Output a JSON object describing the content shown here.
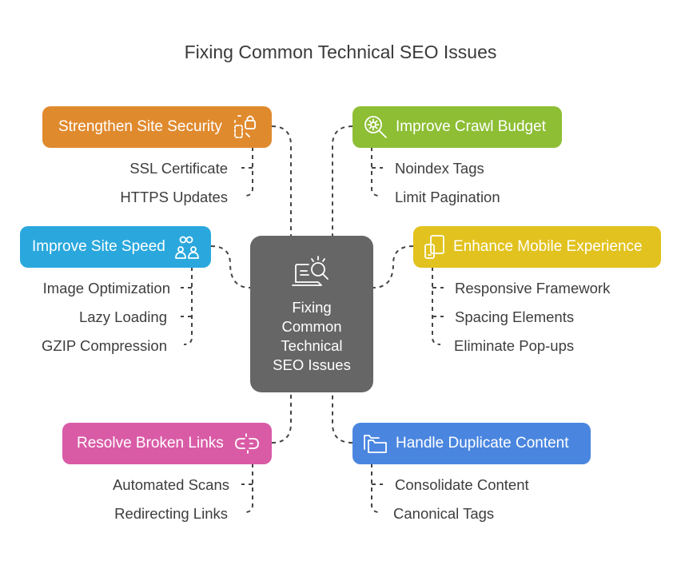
{
  "title": "Fixing Common Technical SEO Issues",
  "center": {
    "label_lines": [
      "Fixing",
      "Common",
      "Technical",
      "SEO Issues"
    ],
    "icon": "laptop-search-icon",
    "color": "#666666"
  },
  "branches": [
    {
      "id": "security",
      "label": "Strengthen Site Security",
      "color": "#E08A2E",
      "icon": "lock-icon",
      "items": [
        "SSL Certificate",
        "HTTPS Updates"
      ]
    },
    {
      "id": "crawl",
      "label": "Improve Crawl Budget",
      "color": "#8DBE34",
      "icon": "gear-search-icon",
      "items": [
        "Noindex Tags",
        "Limit Pagination"
      ]
    },
    {
      "id": "speed",
      "label": "Improve Site Speed",
      "color": "#2AA8DD",
      "icon": "users-icon",
      "items": [
        "Image Optimization",
        "Lazy Loading",
        "GZIP Compression"
      ]
    },
    {
      "id": "mobile",
      "label": "Enhance Mobile Experience",
      "color": "#E2C21E",
      "icon": "mobile-devices-icon",
      "items": [
        "Responsive Framework",
        "Spacing Elements",
        "Eliminate Pop-ups"
      ]
    },
    {
      "id": "links",
      "label": "Resolve Broken Links",
      "color": "#D95BA6",
      "icon": "broken-link-icon",
      "items": [
        "Automated Scans",
        "Redirecting Links"
      ]
    },
    {
      "id": "duplicate",
      "label": "Handle Duplicate Content",
      "color": "#4A86E0",
      "icon": "folders-icon",
      "items": [
        "Consolidate Content",
        "Canonical Tags"
      ]
    }
  ]
}
